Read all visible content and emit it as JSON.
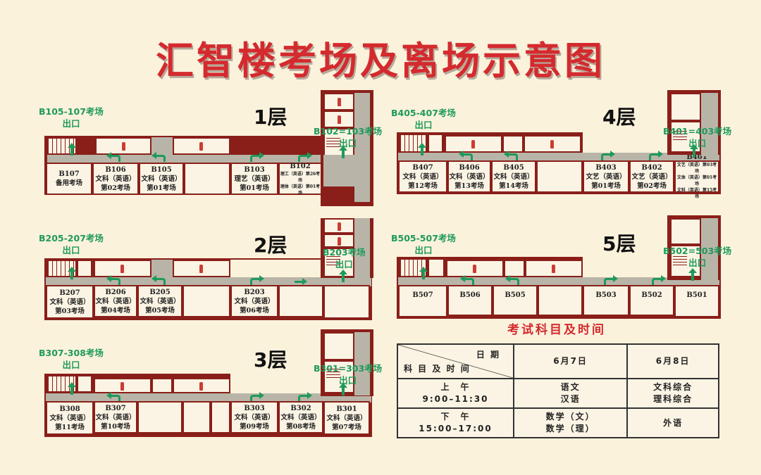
{
  "title": "汇智楼考场及离场示意图",
  "colors": {
    "title_red": "#d42a2e",
    "wall": "#8a1f1a",
    "corridor": "#b8b5a8",
    "exit_green": "#1e9a5a",
    "background": "#fbf2dc"
  },
  "floors": {
    "f1": {
      "label": "1层",
      "exit_left": {
        "rooms": "B105-107考场",
        "text": "出口"
      },
      "exit_right": {
        "rooms": "B102=103考场",
        "text": "出口"
      },
      "rooms": [
        {
          "code": "B107",
          "line1": "备用考场",
          "line2": ""
        },
        {
          "code": "B106",
          "line1": "文科（英语）",
          "line2": "第02考场"
        },
        {
          "code": "B105",
          "line1": "文科（英语）",
          "line2": "第01考场"
        },
        {
          "code": "B103",
          "line1": "理艺（英语）",
          "line2": "第01考场"
        },
        {
          "code": "B102",
          "line1": "理工（英语）第26考场",
          "line2": "理体（英语）第01考场"
        }
      ]
    },
    "f2": {
      "label": "2层",
      "exit_left": {
        "rooms": "B205-207考场",
        "text": "出口"
      },
      "exit_right": {
        "rooms": "B203考场",
        "text": "出口"
      },
      "rooms": [
        {
          "code": "B207",
          "line1": "文科（英语）",
          "line2": "第03考场"
        },
        {
          "code": "B206",
          "line1": "文科（英语）",
          "line2": "第04考场"
        },
        {
          "code": "B205",
          "line1": "文科（英语）",
          "line2": "第05考场"
        },
        {
          "code": "B203",
          "line1": "文科（英语）",
          "line2": "第06考场"
        }
      ]
    },
    "f3": {
      "label": "3层",
      "exit_left": {
        "rooms": "B307-308考场",
        "text": "出口"
      },
      "exit_right": {
        "rooms": "B301=303考场",
        "text": "出口"
      },
      "rooms": [
        {
          "code": "B308",
          "line1": "文科（英语）",
          "line2": "第11考场"
        },
        {
          "code": "B307",
          "line1": "文科（英语）",
          "line2": "第10考场"
        },
        {
          "code": "B303",
          "line1": "文科（英语）",
          "line2": "第09考场"
        },
        {
          "code": "B302",
          "line1": "文科（英语）",
          "line2": "第08考场"
        },
        {
          "code": "B301",
          "line1": "文科（英语）",
          "line2": "第07考场"
        }
      ]
    },
    "f4": {
      "label": "4层",
      "exit_left": {
        "rooms": "B405-407考场",
        "text": "出口"
      },
      "exit_right": {
        "rooms": "B401=403考场",
        "text": "出口"
      },
      "rooms": [
        {
          "code": "B407",
          "line1": "文科（英语）",
          "line2": "第12考场"
        },
        {
          "code": "B406",
          "line1": "文科（英语）",
          "line2": "第13考场"
        },
        {
          "code": "B405",
          "line1": "文科（英语）",
          "line2": "第14考场"
        },
        {
          "code": "B403",
          "line1": "文艺（英语）",
          "line2": "第01考场"
        },
        {
          "code": "B402",
          "line1": "文艺（英语）",
          "line2": "第02考场"
        },
        {
          "code": "B401",
          "line1": "文艺（英语）第03考场",
          "line2": "文体（英语）第01考场",
          "line3": "文科（英语）第15考场"
        }
      ]
    },
    "f5": {
      "label": "5层",
      "exit_left": {
        "rooms": "B505-507考场",
        "text": "出口"
      },
      "exit_right": {
        "rooms": "B502=503考场",
        "text": "出口"
      },
      "rooms": [
        {
          "code": "B507"
        },
        {
          "code": "B506"
        },
        {
          "code": "B505"
        },
        {
          "code": "B503"
        },
        {
          "code": "B502"
        },
        {
          "code": "B501"
        }
      ]
    }
  },
  "schedule": {
    "title": "考试科目及时间",
    "header_date": "日 期",
    "header_subject": "科 目 及 时 间",
    "dates": [
      "6月7日",
      "6月8日"
    ],
    "rows": [
      {
        "period": "上　午",
        "time": "9:00–11:30",
        "day1": [
          "语文",
          "汉语"
        ],
        "day2": [
          "文科综合",
          "理科综合"
        ]
      },
      {
        "period": "下　午",
        "time": "15:00–17:00",
        "day1": [
          "数学（文）",
          "数学（理）"
        ],
        "day2": [
          "外语"
        ]
      }
    ]
  }
}
